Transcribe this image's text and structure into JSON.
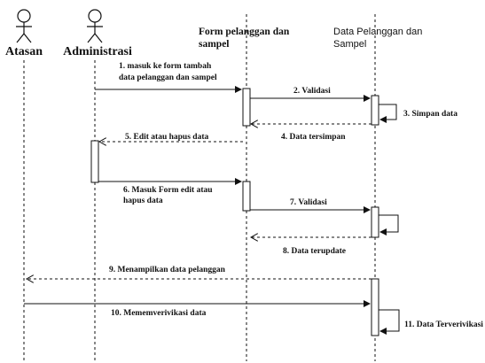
{
  "actors": [
    {
      "id": "atasan",
      "label": "Atasan"
    },
    {
      "id": "administrasi",
      "label": "Administrasi"
    }
  ],
  "objects": [
    {
      "id": "form",
      "line1": "Form pelanggan dan",
      "line2": "sampel"
    },
    {
      "id": "data",
      "line1": "Data Pelanggan dan",
      "line2": "Sampel"
    }
  ],
  "messages": [
    {
      "id": "m1",
      "line1": "1. masuk ke form tambah",
      "line2": "data pelanggan dan sampel"
    },
    {
      "id": "m2",
      "line1": "2. Validasi"
    },
    {
      "id": "m3",
      "line1": "3. Simpan data"
    },
    {
      "id": "m4",
      "line1": "4. Data tersimpan"
    },
    {
      "id": "m5",
      "line1": "5. Edit atau hapus data"
    },
    {
      "id": "m6",
      "line1": "6. Masuk Form edit atau",
      "line2": "hapus data"
    },
    {
      "id": "m7",
      "line1": "7. Validasi"
    },
    {
      "id": "m8",
      "line1": "8. Data terupdate"
    },
    {
      "id": "m9",
      "line1": "9. Menampilkan data pelanggan"
    },
    {
      "id": "m10",
      "line1": "10. Mememverivikasi data"
    },
    {
      "id": "m11",
      "line1": "11. Data Terverivikasi"
    }
  ]
}
